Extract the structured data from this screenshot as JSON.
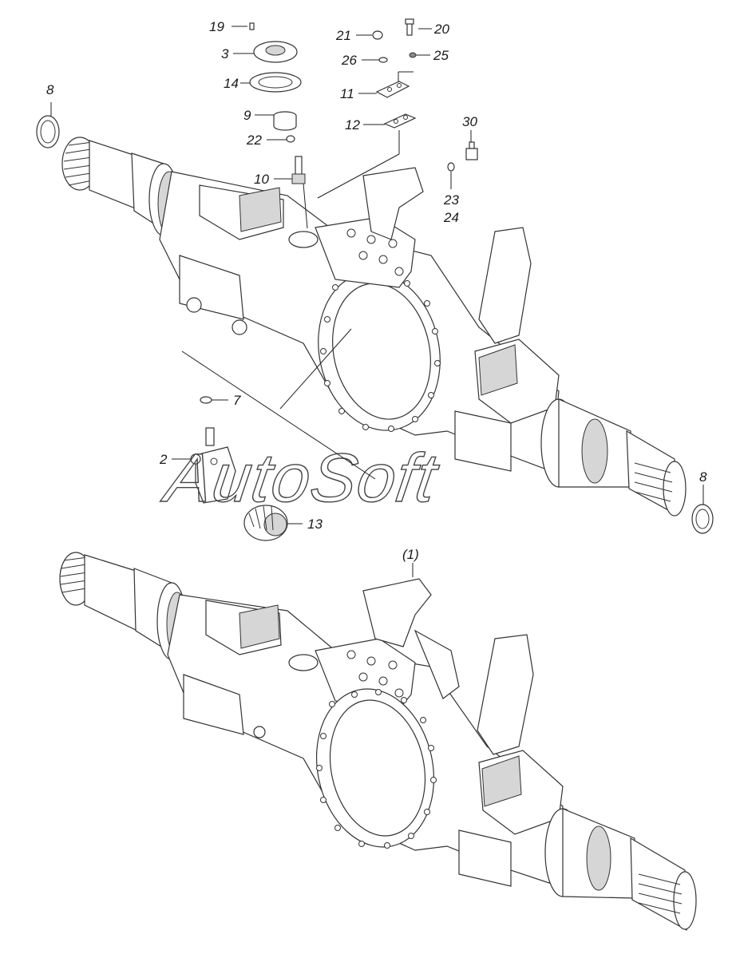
{
  "figure": {
    "callouts": [
      "19",
      "3",
      "14",
      "9",
      "22",
      "10",
      "21",
      "20",
      "26",
      "25",
      "11",
      "12",
      "30",
      "23",
      "24",
      "8",
      "7",
      "2",
      "13",
      "8",
      "(1)"
    ],
    "watermark": "AutoSoft"
  }
}
